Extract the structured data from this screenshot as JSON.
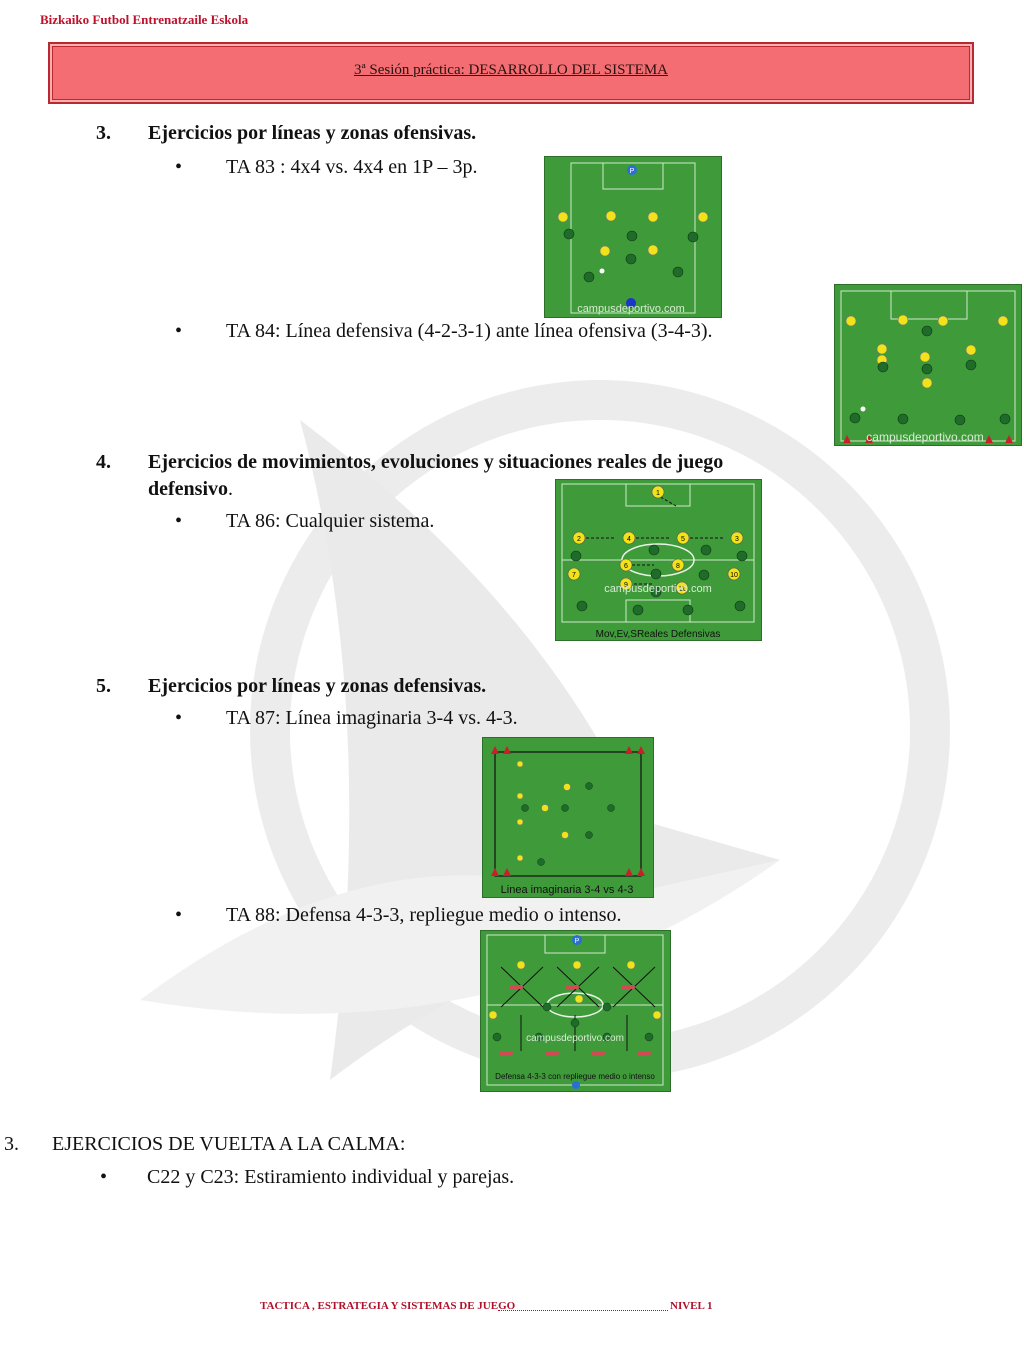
{
  "header": {
    "org": "Bizkaiko Futbol Entrenatzaile Eskola",
    "banner_title": "3ª Sesión práctica: DESARROLLO DEL SISTEMA"
  },
  "sections": [
    {
      "number": "3.",
      "title": "Ejercicios por líneas y zonas ofensivas.",
      "items": [
        "TA 83 : 4x4 vs. 4x4 en 1P – 3p.",
        "TA 84: Línea defensiva (4-2-3-1) ante línea ofensiva (3-4-3)."
      ]
    },
    {
      "number": "4.",
      "title_part1": "Ejercicios de movimientos, evoluciones y situaciones reales de juego",
      "title_part2": "defensivo",
      "title_tail": ".",
      "items": [
        "TA 86: Cualquier sistema."
      ]
    },
    {
      "number": "5.",
      "title": "Ejercicios por líneas y zonas defensivas.",
      "items": [
        "TA 87: Línea imaginaria 3-4 vs. 4-3.",
        "TA 88: Defensa 4-3-3, repliegue medio o intenso."
      ]
    },
    {
      "number": "3.",
      "title": "EJERCICIOS DE VUELTA A LA CALMA:",
      "items": [
        "C22 y C23: Estiramiento individual y parejas."
      ]
    }
  ],
  "bullet_symbol": "•",
  "diagrams": {
    "ta83": {
      "watermark": "campusdeportivo.com",
      "marker": "P"
    },
    "ta84": {
      "watermark": "campusdeportivo.com"
    },
    "ta86": {
      "caption": "Mov,Ev,SReales Defensivas",
      "watermark": "campusdeportivo.com",
      "numbers": [
        "1",
        "2",
        "4",
        "5",
        "3",
        "6",
        "8",
        "7",
        "9",
        "11",
        "10"
      ]
    },
    "ta87": {
      "caption": "Linea imaginaria 3-4 vs 4-3"
    },
    "ta88": {
      "caption": "Defensa 4-3-3 con repliegue medio o intenso",
      "watermark": "campusdeportivo.com",
      "marker": "P"
    }
  },
  "footer": {
    "left": "TACTICA , ESTRATEGIA Y SISTEMAS DE JUEGO",
    "right": "NIVEL 1"
  },
  "colors": {
    "banner": "#f36d72",
    "org_text": "#c0102a",
    "pitch": "#3f9a3a",
    "yellow_player": "#f2e21a",
    "green_player": "#1f6b2a"
  }
}
